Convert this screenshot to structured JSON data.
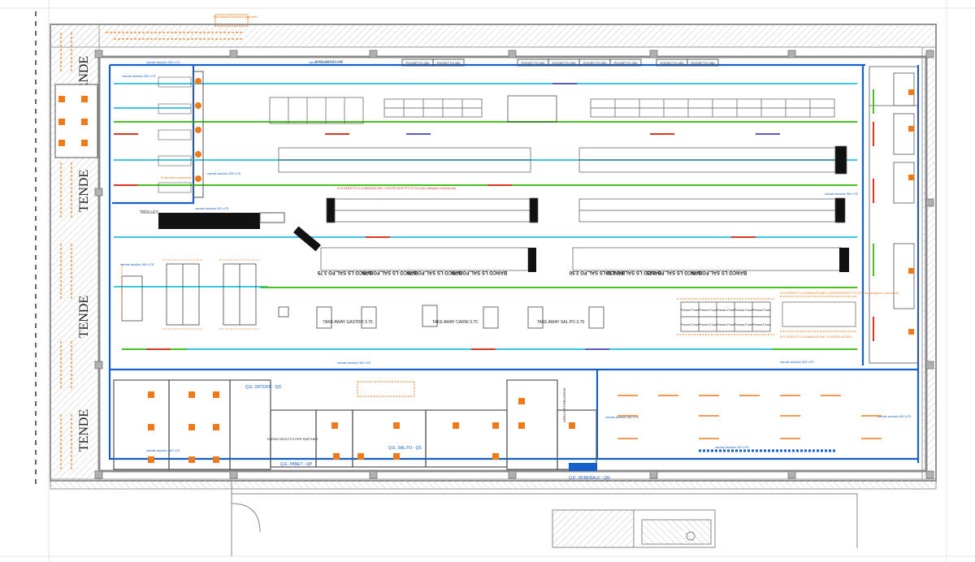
{
  "labels": {
    "tende": "TENDE",
    "expo": "EXPO INOLT 4 140",
    "trolley": "TROLLEY",
    "banco": "BANCO LS SAL.FO 3.75",
    "banco_250": "BANCO LS SAL.FO 2.50",
    "take_gastro": "TAKE AWAY GASTRO 3.75",
    "take_carni": "TAKE AWAY CARNI 3.75",
    "take_salpo": "TAKE AWAY SAL.PO 3.75",
    "pozzetto": "POZZETTO 250",
    "pozzetto_2": "POZZETTO 2/50",
    "prezzo_food": "Prezzo Food",
    "qe_ortofr": "Q.E. ORTOFR - QO",
    "qe_salfo": "Q.E. SAL.FO - QS",
    "qe_panet": "Q.E. PANET - QP",
    "qe_generale": "Q.E. GENERALE - QN",
    "forno": "FORNO RIDOTTO PER PARTNER",
    "area_distribuzione": "AREA DISTRIBUZIONE",
    "canale": "canale asolato 300 x75",
    "ingombro": "Sformatuolo/mensola ingombro",
    "polizione": "Polizione/Lavanderia",
    "fila_illum": "N°6 FARETTI ILLUMINAZIONE CONTROSOFFITTO SO (da collegare a tensione)",
    "fila_illum_2": "N°6 FARETTI ILLUMINAZIONE SCAFFALATURA"
  },
  "colors": {
    "wall": "#8c8c8c",
    "blue": "#1560c8",
    "cyan": "#3cc6e8",
    "green": "#46c21e",
    "red": "#d9381e",
    "orange": "#ef7a1a",
    "hatch": "#b8b8b8"
  }
}
